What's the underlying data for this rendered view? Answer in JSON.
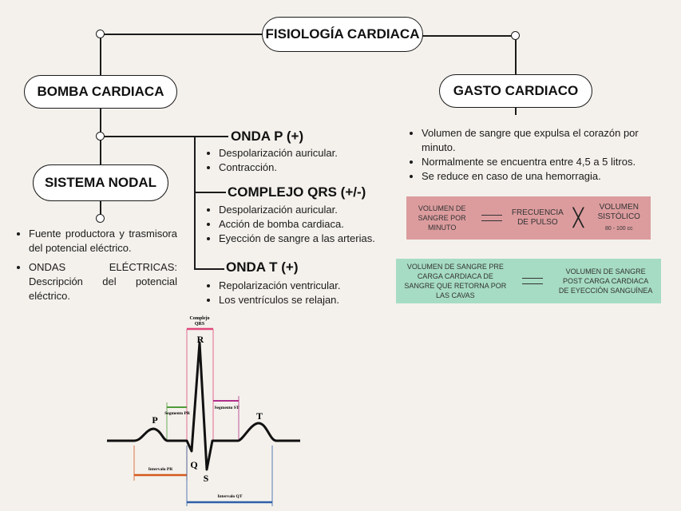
{
  "title": "FISIOLOGÍA CARDIACA",
  "left_node": "BOMBA CARDIACA",
  "right_node": "GASTO CARDIACO",
  "nodal_node": "SISTEMA NODAL",
  "nodal_bullets": [
    "Fuente productora y trasmisora del potencial eléctrico.",
    "ONDAS ELÉCTRICAS: Descripción del potencial eléctrico."
  ],
  "waves": [
    {
      "title": "ONDA P (+)",
      "items": [
        "Despolarización auricular.",
        "Contracción."
      ]
    },
    {
      "title": "COMPLEJO QRS (+/-)",
      "items": [
        "Despolarización auricular.",
        "Acción de bomba cardiaca.",
        "Eyección de sangre a las arterias."
      ]
    },
    {
      "title": "ONDA T (+)",
      "items": [
        "Repolarización ventricular.",
        "Los ventrículos se relajan."
      ]
    }
  ],
  "gasto_bullets": [
    "Volumen de sangre que expulsa el corazón por minuto.",
    "Normalmente se encuentra entre 4,5 a 5 litros.",
    "Se reduce en caso de una hemorragia."
  ],
  "formula1": {
    "left": "VOLUMEN DE SANGRE POR MINUTO",
    "middle": "FRECUENCIA DE PULSO",
    "right": "VOLUMEN SISTÓLICO",
    "right_note": "80 - 100 cc",
    "color": "#dc9c9e"
  },
  "formula2": {
    "left": "VOLUMEN DE SANGRE PRE CARGA CARDIACA DE SANGRE QUE RETORNA POR LAS CAVAS",
    "right": "VOLUMEN DE SANGRE POST CARGA CARDIACA DE EYECCIÓN SANGUÍNEA",
    "color": "#a6dcc3"
  },
  "ecg": {
    "labels": {
      "P": "P",
      "Q": "Q",
      "R": "R",
      "S": "S",
      "T": "T"
    },
    "qrs_label": "Complejo QRS",
    "pr_segment": "Segmento PR",
    "st_segment": "Segmento ST",
    "pr_interval": "Intervalo PR",
    "qt_interval": "Intervalo QT",
    "colors": {
      "qrs": "#e0487c",
      "pr_segment": "#4f9a3a",
      "st_segment": "#b0308a",
      "pr_interval": "#d45a1f",
      "qt_interval": "#2f5fa8"
    }
  }
}
